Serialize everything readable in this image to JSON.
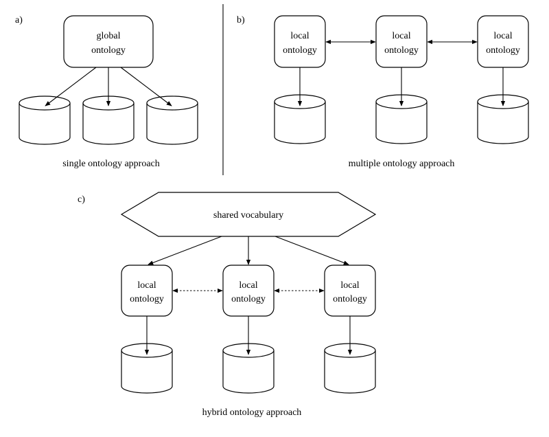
{
  "panel_a": {
    "tag": "a)",
    "node": [
      "global",
      "ontology"
    ],
    "caption": "single ontology approach"
  },
  "panel_b": {
    "tag": "b)",
    "nodes": [
      [
        "local",
        "ontology"
      ],
      [
        "local",
        "ontology"
      ],
      [
        "local",
        "ontology"
      ]
    ],
    "caption": "multiple ontology approach"
  },
  "panel_c": {
    "tag": "c)",
    "hub": "shared vocabulary",
    "nodes": [
      [
        "local",
        "ontology"
      ],
      [
        "local",
        "ontology"
      ],
      [
        "local",
        "ontology"
      ]
    ],
    "caption": "hybrid ontology approach"
  }
}
